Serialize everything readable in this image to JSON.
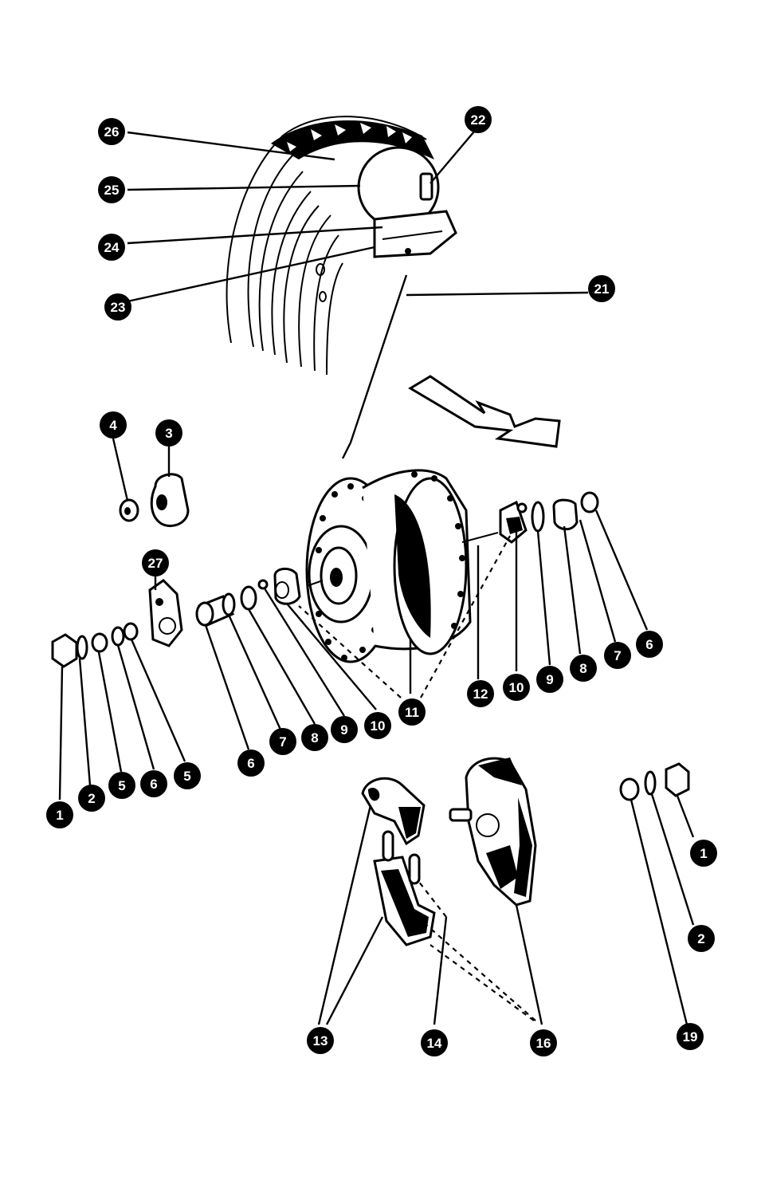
{
  "colors": {
    "ink": "#000000",
    "paper": "#ffffff"
  },
  "callouts": [
    {
      "key": "26",
      "label": "26"
    },
    {
      "key": "25",
      "label": "25"
    },
    {
      "key": "24",
      "label": "24"
    },
    {
      "key": "23",
      "label": "23"
    },
    {
      "key": "22",
      "label": "22"
    },
    {
      "key": "21",
      "label": "21"
    },
    {
      "key": "4",
      "label": "4"
    },
    {
      "key": "3",
      "label": "3"
    },
    {
      "key": "27",
      "label": "27"
    },
    {
      "key": "1a",
      "label": "1"
    },
    {
      "key": "2a",
      "label": "2"
    },
    {
      "key": "5a",
      "label": "5"
    },
    {
      "key": "6a",
      "label": "6"
    },
    {
      "key": "5b",
      "label": "5"
    },
    {
      "key": "6b",
      "label": "6"
    },
    {
      "key": "7a",
      "label": "7"
    },
    {
      "key": "8a",
      "label": "8"
    },
    {
      "key": "9a",
      "label": "9"
    },
    {
      "key": "10a",
      "label": "10"
    },
    {
      "key": "11",
      "label": "11"
    },
    {
      "key": "12",
      "label": "12"
    },
    {
      "key": "10b",
      "label": "10"
    },
    {
      "key": "9b",
      "label": "9"
    },
    {
      "key": "8b",
      "label": "8"
    },
    {
      "key": "7b",
      "label": "7"
    },
    {
      "key": "6c",
      "label": "6"
    },
    {
      "key": "13",
      "label": "13"
    },
    {
      "key": "14",
      "label": "14"
    },
    {
      "key": "16",
      "label": "16"
    },
    {
      "key": "1b",
      "label": "1"
    },
    {
      "key": "2b",
      "label": "2"
    },
    {
      "key": "19",
      "label": "19"
    }
  ]
}
